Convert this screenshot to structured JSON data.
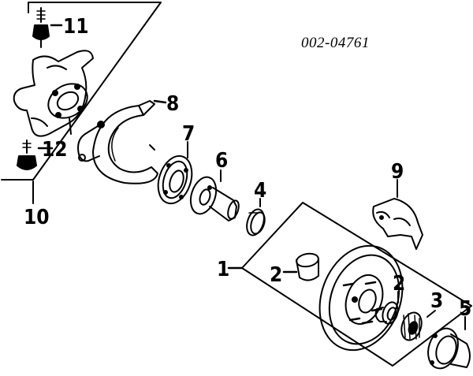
{
  "reference_code": "002-04761",
  "callouts": {
    "c1": "1",
    "c2a": "2",
    "c2b": "2",
    "c3": "3",
    "c4": "4",
    "c5": "5",
    "c6": "6",
    "c7": "7",
    "c8": "8",
    "c9": "9",
    "c10": "10",
    "c11": "11",
    "c12": "12"
  },
  "colors": {
    "ink": "#000000",
    "paper": "#ffffff"
  }
}
